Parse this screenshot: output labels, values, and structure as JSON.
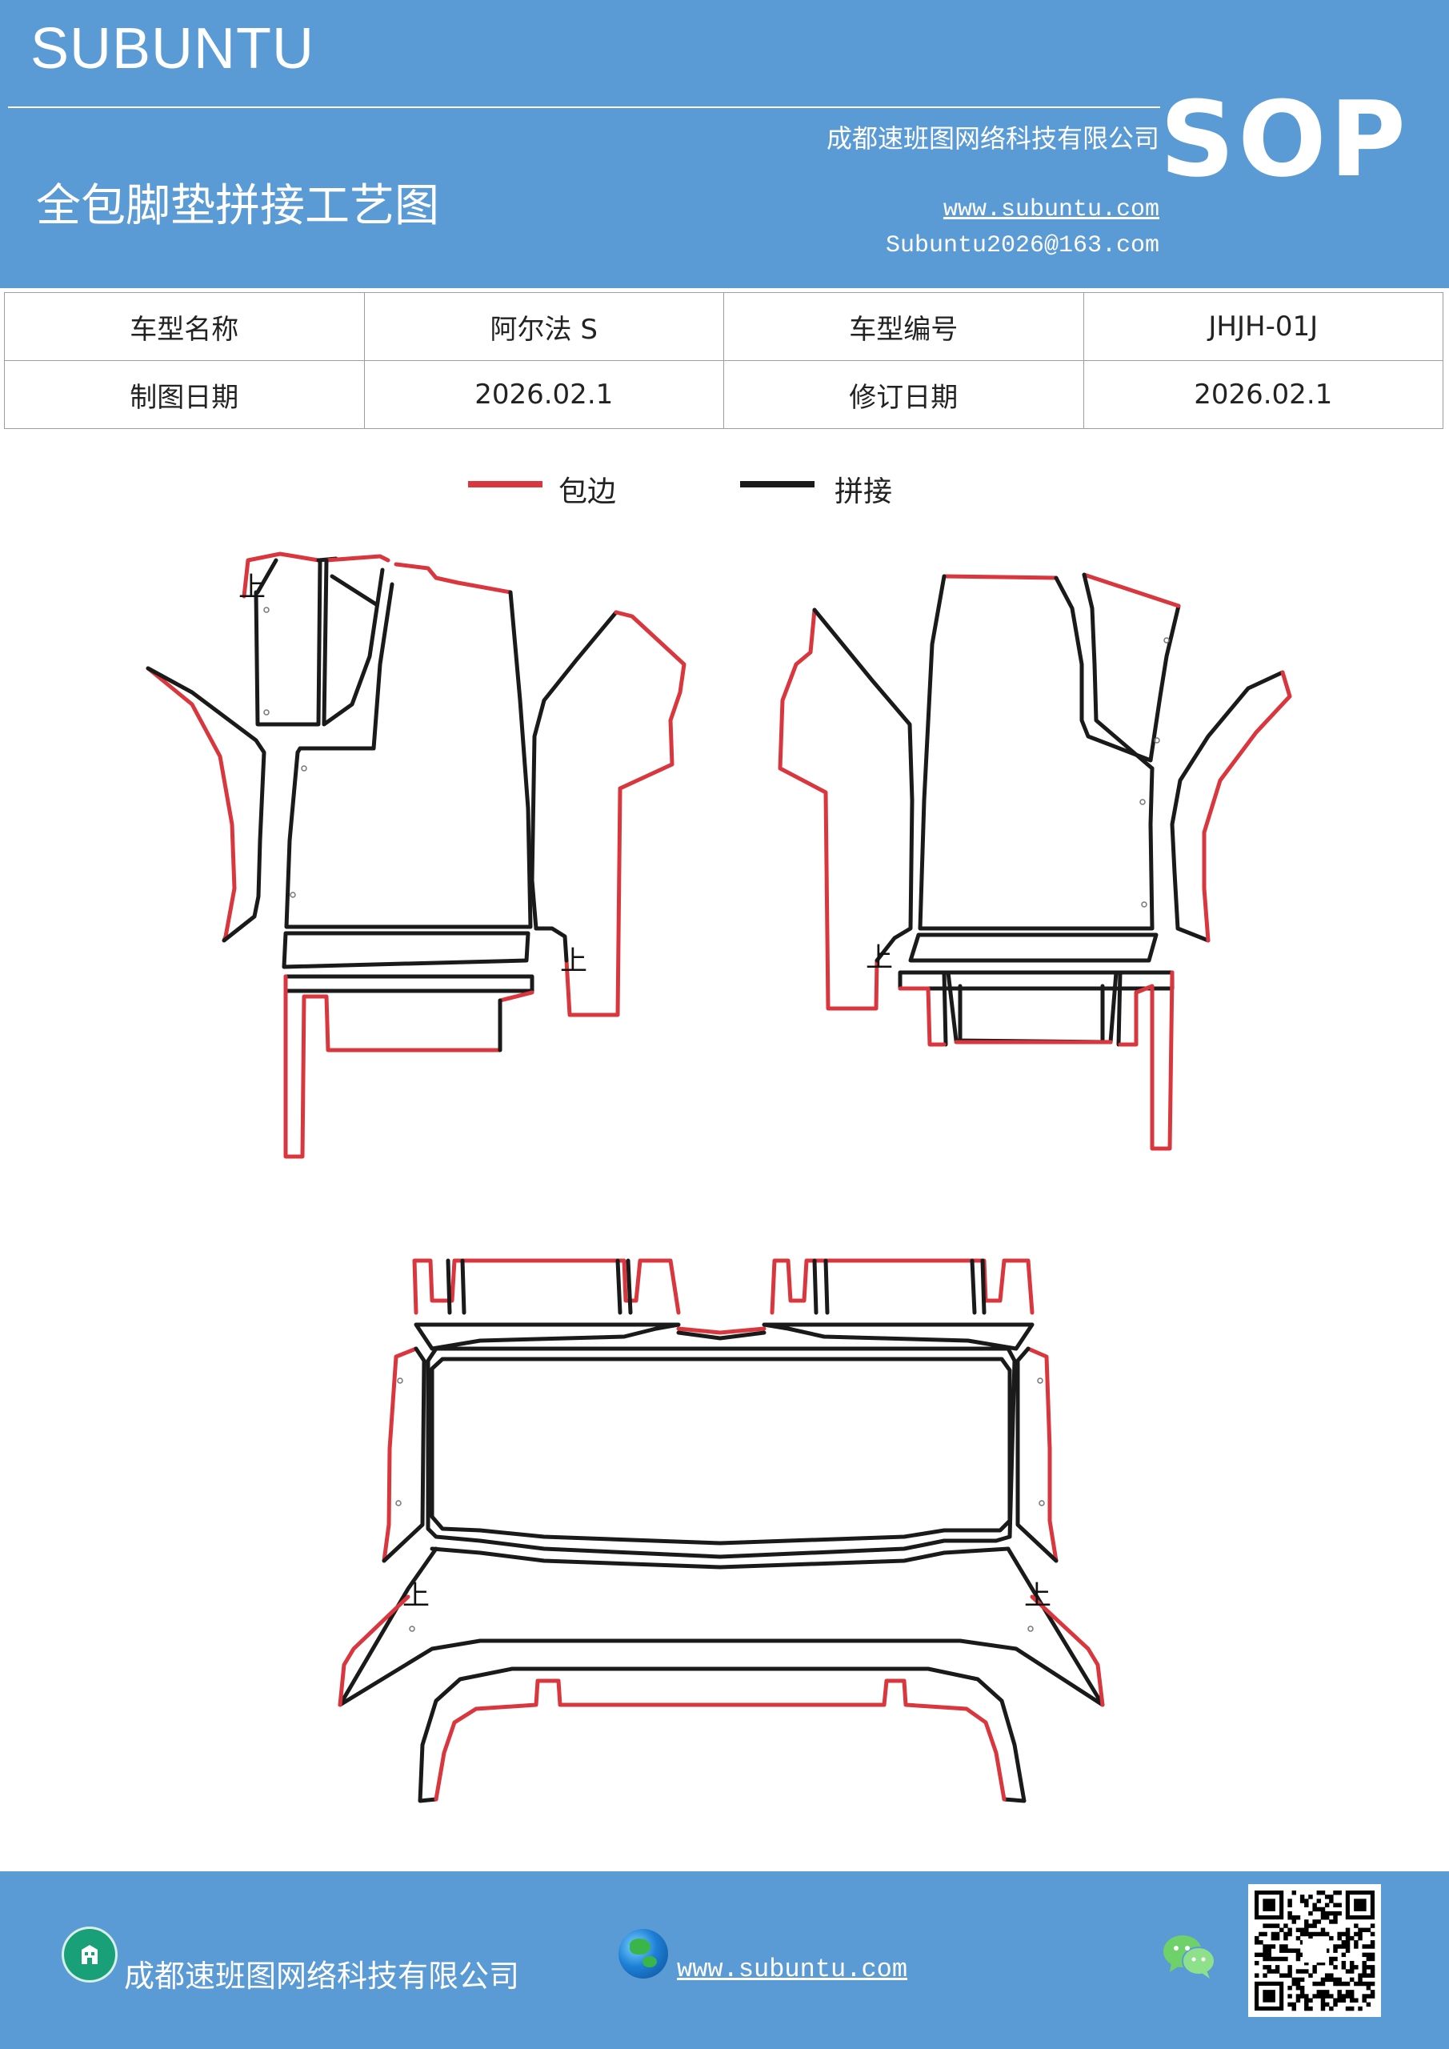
{
  "header": {
    "brand": "SUBUNTU",
    "company": "成都速班图网络科技有限公司",
    "title": "全包脚垫拼接工艺图",
    "website": "www.subuntu.com",
    "email": "Subuntu2026@163.com",
    "badge": "SOP"
  },
  "info_table": {
    "rows": [
      {
        "label1": "车型名称",
        "value1": "阿尔法 S",
        "label2": "车型编号",
        "value2": "JHJH-01J"
      },
      {
        "label1": "制图日期",
        "value1": "2026.02.1",
        "label2": "修订日期",
        "value2": "2026.02.1"
      }
    ]
  },
  "legend": {
    "items": [
      {
        "label": "包边",
        "color": "#d9363e"
      },
      {
        "label": "拼接",
        "color": "#1a1a1a"
      }
    ]
  },
  "diagram": {
    "marker": "上"
  },
  "footer": {
    "company": "成都速班图网络科技有限公司",
    "website": "www.subuntu.com",
    "icons": [
      "building-icon",
      "globe-icon",
      "wechat-icon",
      "qr-code"
    ]
  }
}
